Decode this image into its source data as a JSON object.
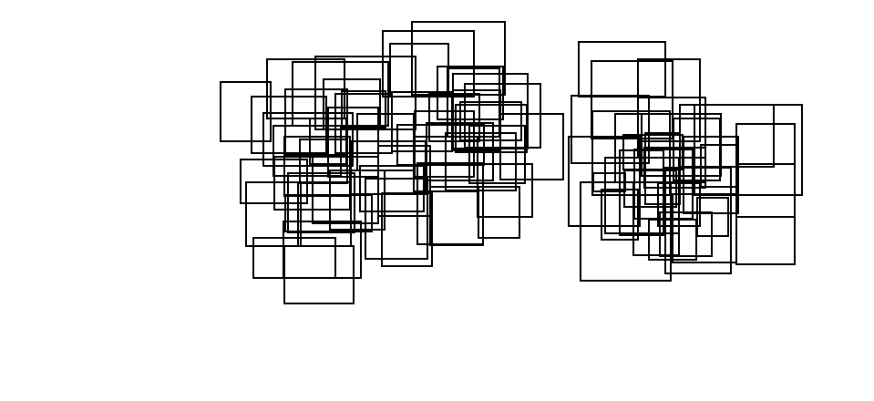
{
  "figure": {
    "background_color": "#ffffff",
    "stroke_color": "#000000",
    "shape": "rectangle-outline",
    "clusters": [
      "left-cluster",
      "right-cluster"
    ]
  }
}
